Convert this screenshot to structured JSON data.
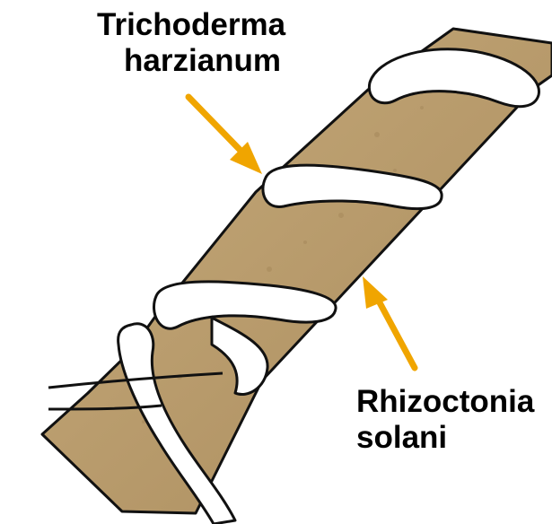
{
  "labels": {
    "trichoderma": {
      "line1": "Trichoderma",
      "line2": "harzianum"
    },
    "rhizoctonia": {
      "line1": "Rhizoctonia",
      "line2": "solani"
    }
  },
  "colors": {
    "arrow": "#f0a500",
    "hypha_fill": "#b89b6c",
    "hypha_shade": "#9a7d50",
    "coil_fill": "#ffffff",
    "outline": "#111111",
    "text": "#000000"
  }
}
